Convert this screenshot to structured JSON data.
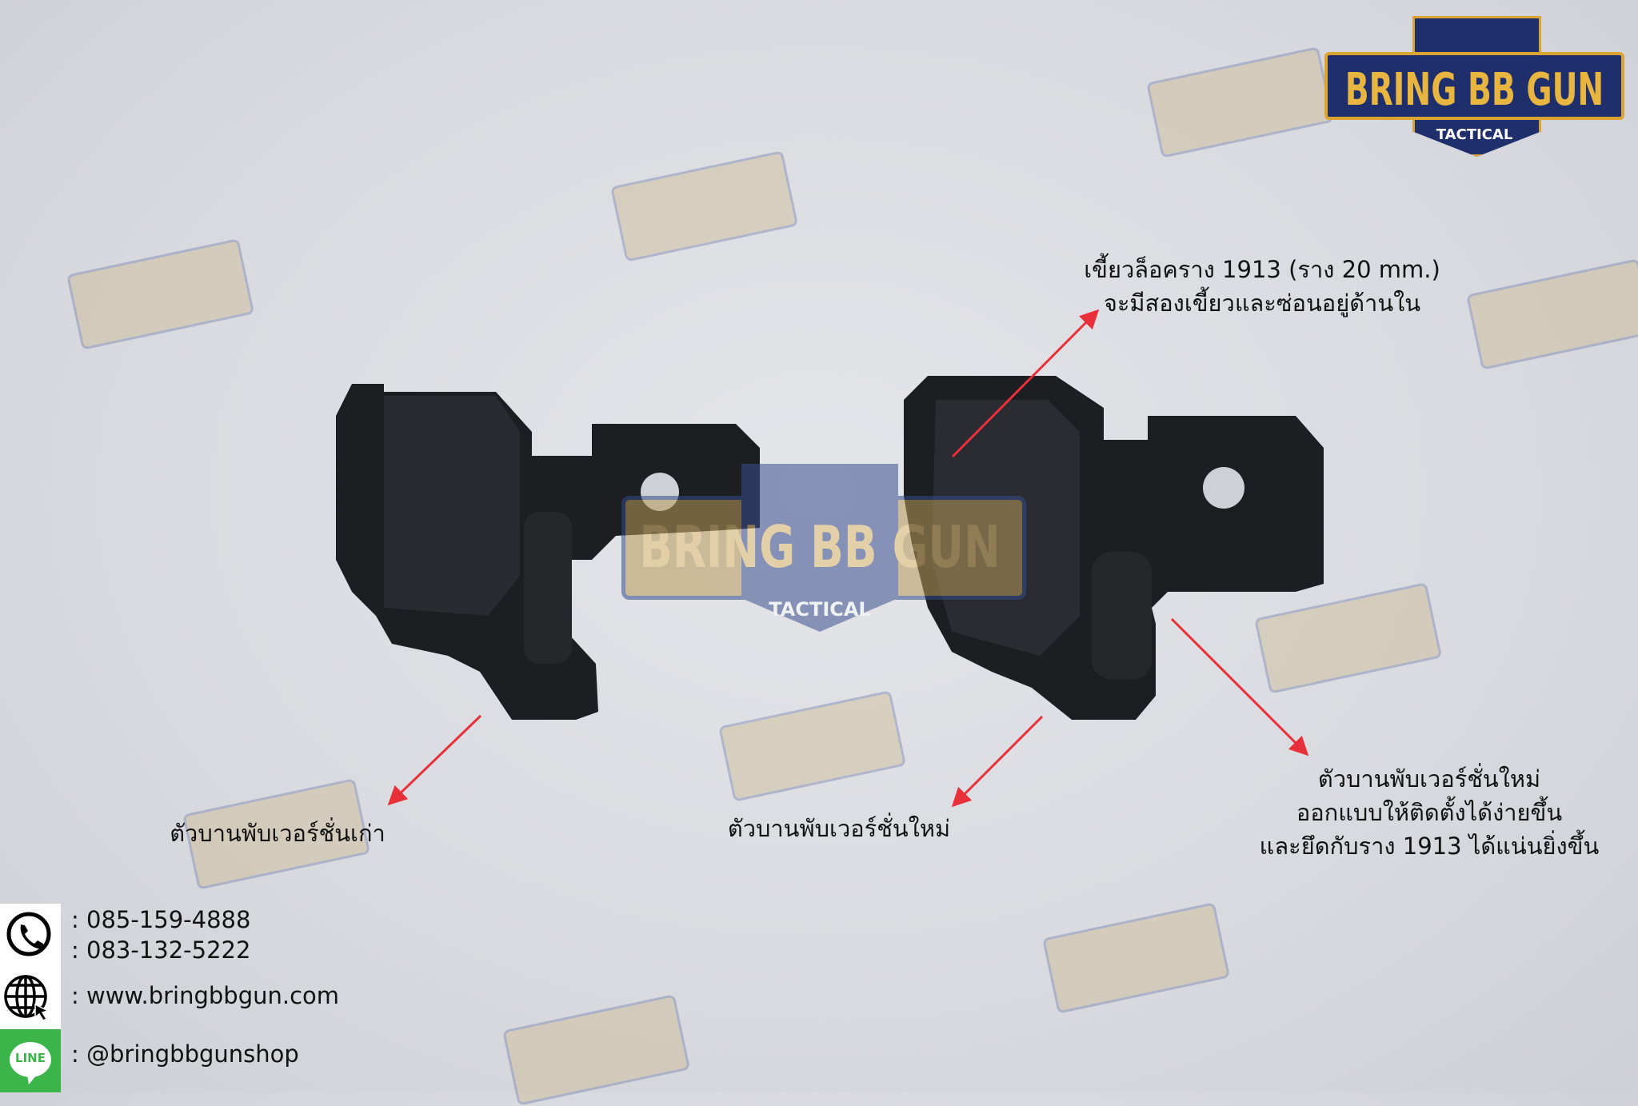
{
  "logo": {
    "brand": "BRING BB GUN",
    "sub": "TACTICAL"
  },
  "annotations": {
    "rail_clip": {
      "lines": [
        "เขี้ยวล็อคราง 1913 (ราง 20 mm.)",
        "จะมีสองเขี้ยวและซ่อนอยู่ด้านใน"
      ]
    },
    "old_hinge": {
      "text": "ตัวบานพับเวอร์ชั่นเก่า"
    },
    "new_hinge": {
      "text": "ตัวบานพับเวอร์ชั่นใหม่"
    },
    "new_hinge_detail": {
      "lines": [
        "ตัวบานพับเวอร์ชั่นใหม่",
        "ออกแบบให้ติดตั้งได้ง่ายขึ้น",
        "และยึดกับราง 1913 ได้แน่นยิ่งขึ้น"
      ]
    }
  },
  "contact": {
    "phones": [
      ": 085-159-4888",
      ": 083-132-5222"
    ],
    "website": ": www.bringbbgun.com",
    "line": ": @bringbbgunshop",
    "line_badge": "LINE",
    "icons": [
      "phone-icon",
      "globe-icon",
      "line-icon"
    ]
  },
  "colors": {
    "arrow": "#e8303a",
    "logo_navy": "#1f2f6b",
    "logo_gold": "#d9a431",
    "line_green": "#3bb54a"
  }
}
